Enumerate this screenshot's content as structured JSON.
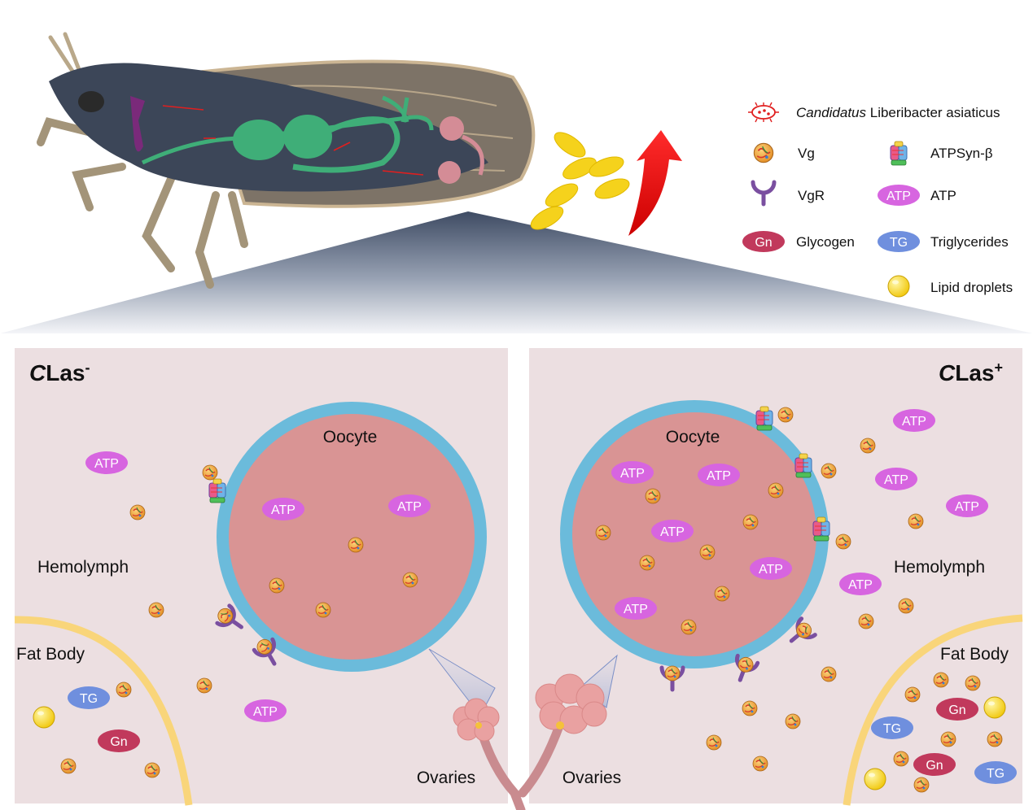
{
  "legend": {
    "clas_italic": "Candidatus",
    "clas_rest": "Liberibacter asiaticus",
    "vg": "Vg",
    "atpsyn": "ATPSyn-β",
    "vgr": "VgR",
    "atp_badge": "ATP",
    "atp": "ATP",
    "gn_badge": "Gn",
    "glycogen": "Glycogen",
    "tg_badge": "TG",
    "triglycerides": "Triglycerides",
    "lipid": "Lipid droplets"
  },
  "left_panel": {
    "title": "CLas",
    "title_sup": "-",
    "oocyte": "Oocyte",
    "hemolymph": "Hemolymph",
    "fat_body": "Fat Body",
    "ovaries": "Ovaries",
    "atp_label": "ATP",
    "tg_label": "TG",
    "gn_label": "Gn"
  },
  "right_panel": {
    "title": "CLas",
    "title_sup": "+",
    "oocyte": "Oocyte",
    "hemolymph": "Hemolymph",
    "fat_body": "Fat Body",
    "ovaries": "Ovaries",
    "atp_label": "ATP",
    "tg_label": "TG",
    "gn_label": "Gn"
  },
  "colors": {
    "panel_bg": "#ecdfe1",
    "oocyte_fill": "#d99494",
    "oocyte_ring": "#6bbbdb",
    "atp": "#d765e0",
    "tg": "#6f8fde",
    "gn": "#c1395c",
    "vgr": "#7a4fa0",
    "fat_body_line": "#f9d57a",
    "lipid": "#f5d21c",
    "vg": "#f0a33c",
    "arrow": "#ee1c1c"
  }
}
